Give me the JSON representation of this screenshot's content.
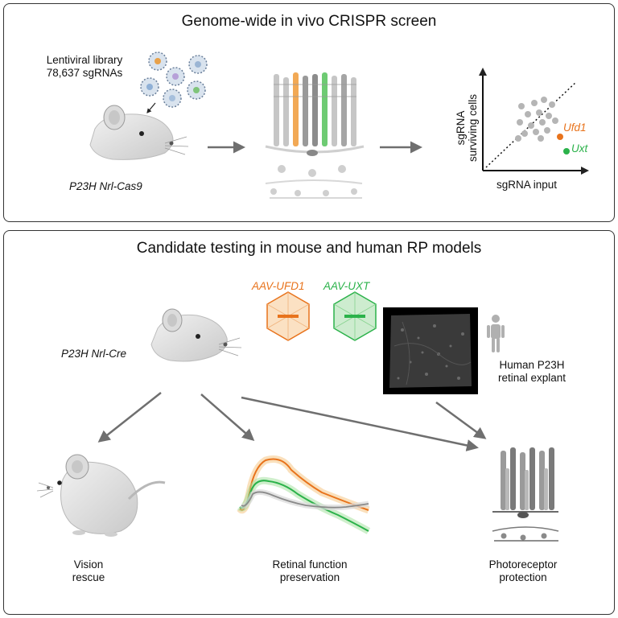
{
  "top_panel": {
    "title": "Genome-wide in vivo CRISPR screen",
    "library_line1": "Lentiviral library",
    "library_line2": "78,637 sgRNAs",
    "mouse_label": "P23H Nrl-Cas9",
    "plot": {
      "ylabel_line1": "sgRNA",
      "ylabel_line2": "surviving cells",
      "xlabel": "sgRNA input",
      "gene1": "Ufd1",
      "gene2": "Uxt"
    }
  },
  "bottom_panel": {
    "title": "Candidate testing in mouse and human RP models",
    "aav1": "AAV-UFD1",
    "aav2": "AAV-UXT",
    "mouse_label": "P23H Nrl-Cre",
    "explant_line1": "Human P23H",
    "explant_line2": "retinal explant",
    "outcome1_line1": "Vision",
    "outcome1_line2": "rescue",
    "outcome2_line1": "Retinal function",
    "outcome2_line2": "preservation",
    "outcome3_line1": "Photoreceptor",
    "outcome3_line2": "protection"
  },
  "colors": {
    "ufd1": "#e8731c",
    "uxt": "#2bb24a",
    "gray": "#9a9a9a",
    "arrow": "#6f6f6f"
  }
}
